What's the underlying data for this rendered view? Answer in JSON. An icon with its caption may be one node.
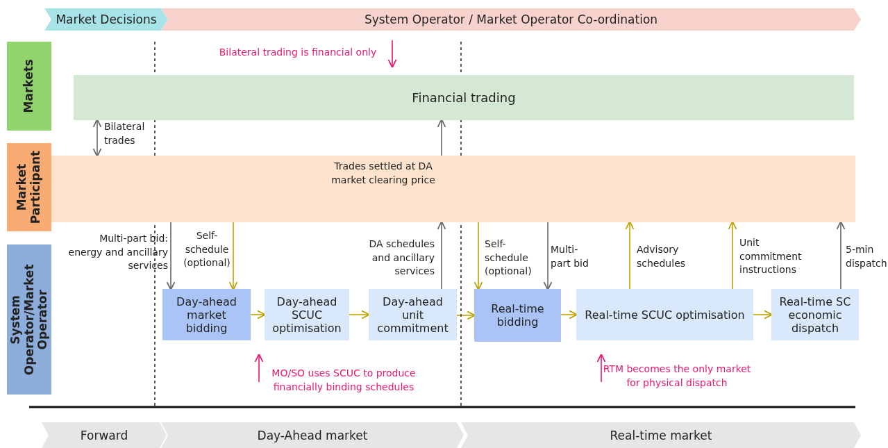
{
  "diagram": {
    "nodes": [
      {
        "text": [
          "Market Decisions"
        ]
      },
      {
        "text": [
          "System Operator / Market Operator Co-ordination"
        ]
      },
      {
        "text": [
          "Markets"
        ]
      },
      {
        "text": [
          "Market Participant"
        ]
      },
      {
        "text": [
          "System Operator/Market Operator"
        ]
      },
      {
        "text": [
          "Financial trading"
        ]
      },
      {
        "text": [],
        "shape": "bar"
      },
      {
        "text": [
          "Day-ahead market bidding"
        ]
      },
      {
        "text": [
          "Day-ahead SCUC optimisation"
        ]
      },
      {
        "text": [
          "Day-ahead unit commitment"
        ]
      },
      {
        "text": [
          "Real-time bidding"
        ]
      },
      {
        "text": [
          "Real-time SCUC optimisation"
        ]
      },
      {
        "text": [
          "Real-time SC economic dispatch"
        ]
      },
      {
        "text": [
          "Forward"
        ]
      },
      {
        "text": [
          "Day-Ahead market"
        ]
      },
      {
        "text": [
          "Real-time market"
        ]
      }
    ],
    "edges": [
      {
        "from": 5,
        "to": 6,
        "arrow": "both",
        "label": "Bilateral trades",
        "color": "#666666"
      },
      {
        "from": 6,
        "to": 7,
        "arrow": "to",
        "label": "Multi-part bid: energy and ancillary services",
        "color": "#666666"
      },
      {
        "from": 6,
        "to": 7,
        "arrow": "to",
        "label": "Self-schedule (optional)"
      },
      {
        "from": 7,
        "to": 8,
        "arrow": "to"
      },
      {
        "from": 8,
        "to": 9,
        "arrow": "to"
      },
      {
        "from": 9,
        "to": 10,
        "arrow": "to"
      },
      {
        "from": 10,
        "to": 11,
        "arrow": "to"
      },
      {
        "from": 11,
        "to": 12,
        "arrow": "to"
      },
      {
        "from": 9,
        "to": 6,
        "arrow": "to",
        "label": "DA schedules and ancillary services",
        "color": "#666666"
      },
      {
        "from": 6,
        "to": 5,
        "arrow": "to",
        "label": "Trades settled at DA market clearing price",
        "color": "#666666"
      },
      {
        "from": 6,
        "to": 10,
        "arrow": "to",
        "label": "Self-schedule (optional)"
      },
      {
        "from": 6,
        "to": 10,
        "arrow": "to",
        "label": "Multi-part bid",
        "color": "#666666"
      },
      {
        "from": 11,
        "to": 6,
        "arrow": "to",
        "label": "Advisory schedules"
      },
      {
        "from": 11,
        "to": 6,
        "arrow": "to",
        "label": "Unit commitment instructions"
      },
      {
        "from": 12,
        "to": 6,
        "arrow": "to",
        "label": "5-min dispatch",
        "color": "#666666"
      }
    ],
    "labels": [
      "Bilateral trading is financial only",
      "MO/SO uses SCUC to produce financially binding schedules",
      "RTM becomes the only market for physical dispatch"
    ]
  }
}
